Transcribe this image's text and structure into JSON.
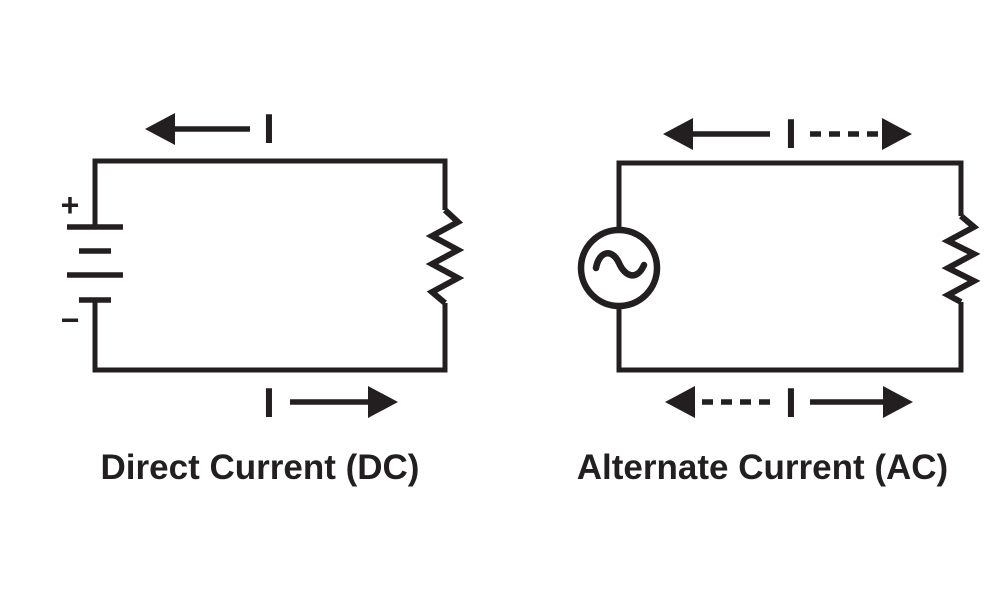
{
  "canvas": {
    "background_color": "#ffffff",
    "ink_color": "#231f20"
  },
  "dc_circuit": {
    "caption": "Direct Current (DC)",
    "source": {
      "icon": "battery-icon",
      "positive_label": "+",
      "negative_label": "−"
    },
    "load": {
      "icon": "resistor-icon"
    },
    "top_arrow": {
      "label": "I",
      "direction": "left",
      "style": "solid"
    },
    "bottom_arrow": {
      "label": "I",
      "direction": "right",
      "style": "solid"
    }
  },
  "ac_circuit": {
    "caption": "Alternate Current (AC)",
    "source": {
      "icon": "ac-source-icon",
      "symbol": "sine-wave"
    },
    "load": {
      "icon": "resistor-icon"
    },
    "top_arrow": {
      "label": "I",
      "left_segment": {
        "direction": "left",
        "style": "solid"
      },
      "right_segment": {
        "direction": "right",
        "style": "dashed"
      }
    },
    "bottom_arrow": {
      "label": "I",
      "left_segment": {
        "direction": "left",
        "style": "dashed"
      },
      "right_segment": {
        "direction": "right",
        "style": "solid"
      }
    }
  }
}
